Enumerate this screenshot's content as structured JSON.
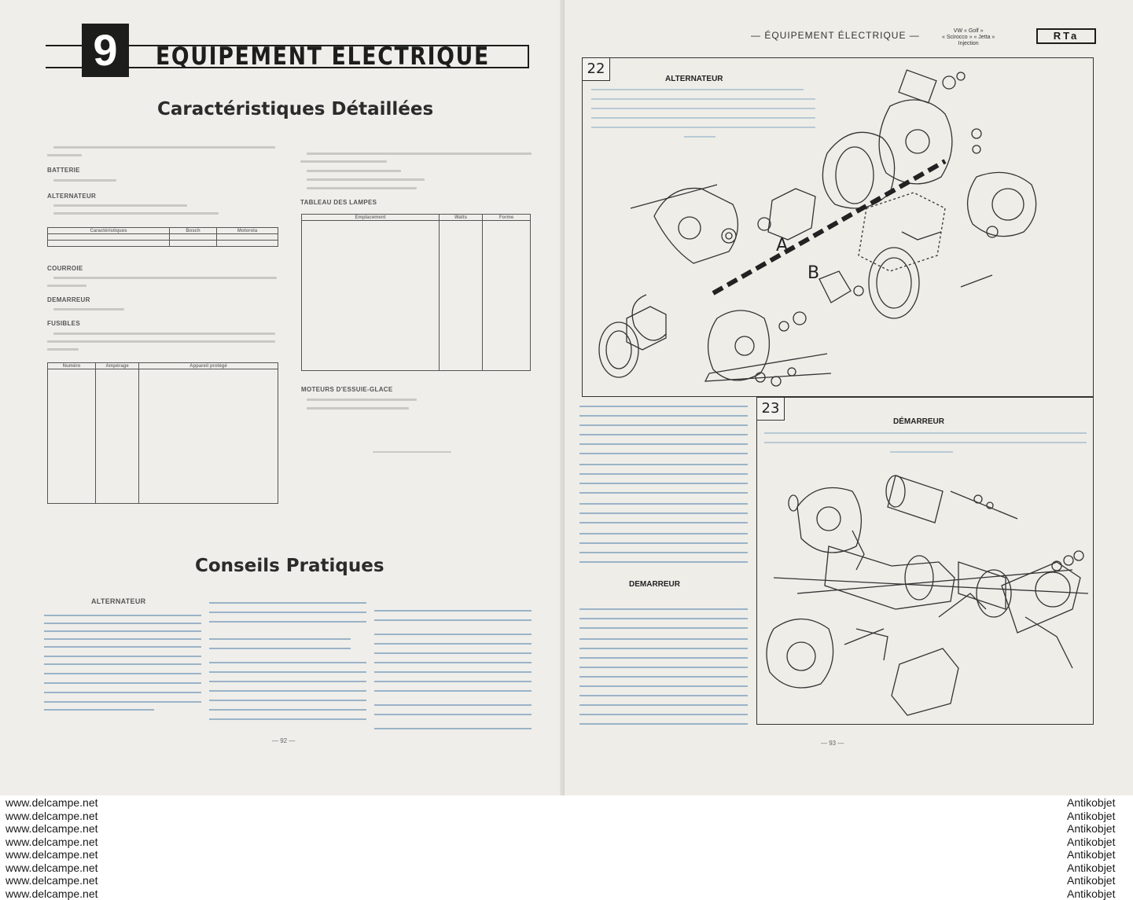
{
  "left_page": {
    "chapter_number": "9",
    "chapter_title": "EQUIPEMENT ELECTRIQUE",
    "section1_title": "Caractéristiques Détaillées",
    "section2_title": "Conseils Pratiques",
    "conseils_alternateur": "ALTERNATEUR",
    "page_number": "— 92 —"
  },
  "right_page": {
    "running_header": "— ÉQUIPEMENT ÉLECTRIQUE —",
    "model_tag_line1": "VW « Golf »",
    "model_tag_line2": "« Scirocco » « Jetta »",
    "model_tag_line3": "Injection",
    "logo": "RTa",
    "fig22_number": "22",
    "fig22_title": "ALTERNATEUR",
    "fig22_label_a": "A",
    "fig22_label_b": "B",
    "fig23_number": "23",
    "fig23_title": "DÉMARREUR",
    "demarreur_heading": "DEMARREUR",
    "page_number": "— 93 —"
  },
  "watermark": {
    "left": [
      "www.delcampe.net",
      "www.delcampe.net",
      "www.delcampe.net",
      "www.delcampe.net",
      "www.delcampe.net",
      "www.delcampe.net",
      "www.delcampe.net",
      "www.delcampe.net"
    ],
    "right": [
      "Antikobjet",
      "Antikobjet",
      "Antikobjet",
      "Antikobjet",
      "Antikobjet",
      "Antikobjet",
      "Antikobjet",
      "Antikobjet"
    ]
  },
  "colors": {
    "ink": "#1d1d1b",
    "paper": "#efeeea",
    "faint_text": "#c9c9c4"
  }
}
